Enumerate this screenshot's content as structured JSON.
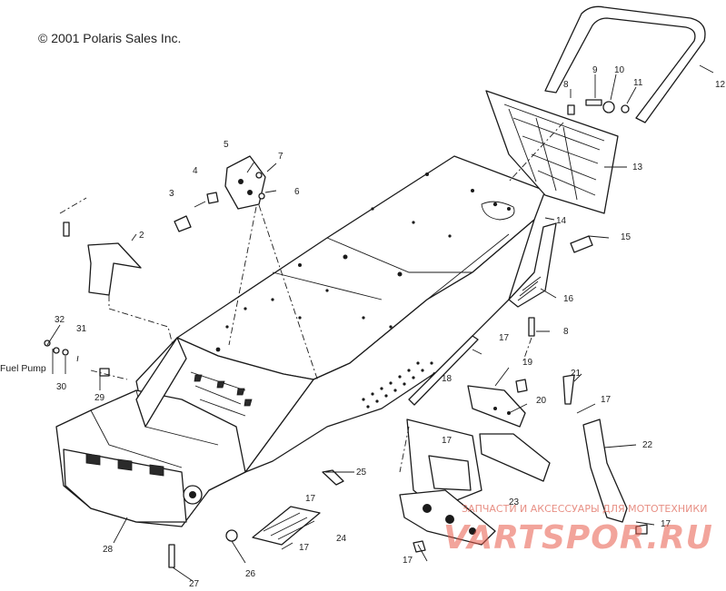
{
  "copyright": "© 2001 Polaris Sales Inc.",
  "side_label": "Fuel Pump",
  "callouts": [
    "1",
    "2",
    "3",
    "4",
    "5",
    "6",
    "7",
    "8",
    "9",
    "10",
    "11",
    "12",
    "13",
    "14",
    "15",
    "16",
    "17",
    "18",
    "19",
    "20",
    "21",
    "22",
    "23",
    "24",
    "25",
    "26",
    "27",
    "28",
    "29",
    "30",
    "31",
    "32"
  ],
  "watermark": {
    "tagline": "ЗАПЧАСТИ И АКСЕССУАРЫ ДЛЯ МОТОТЕХНИКИ",
    "brand": "VARTSPOR.RU"
  }
}
